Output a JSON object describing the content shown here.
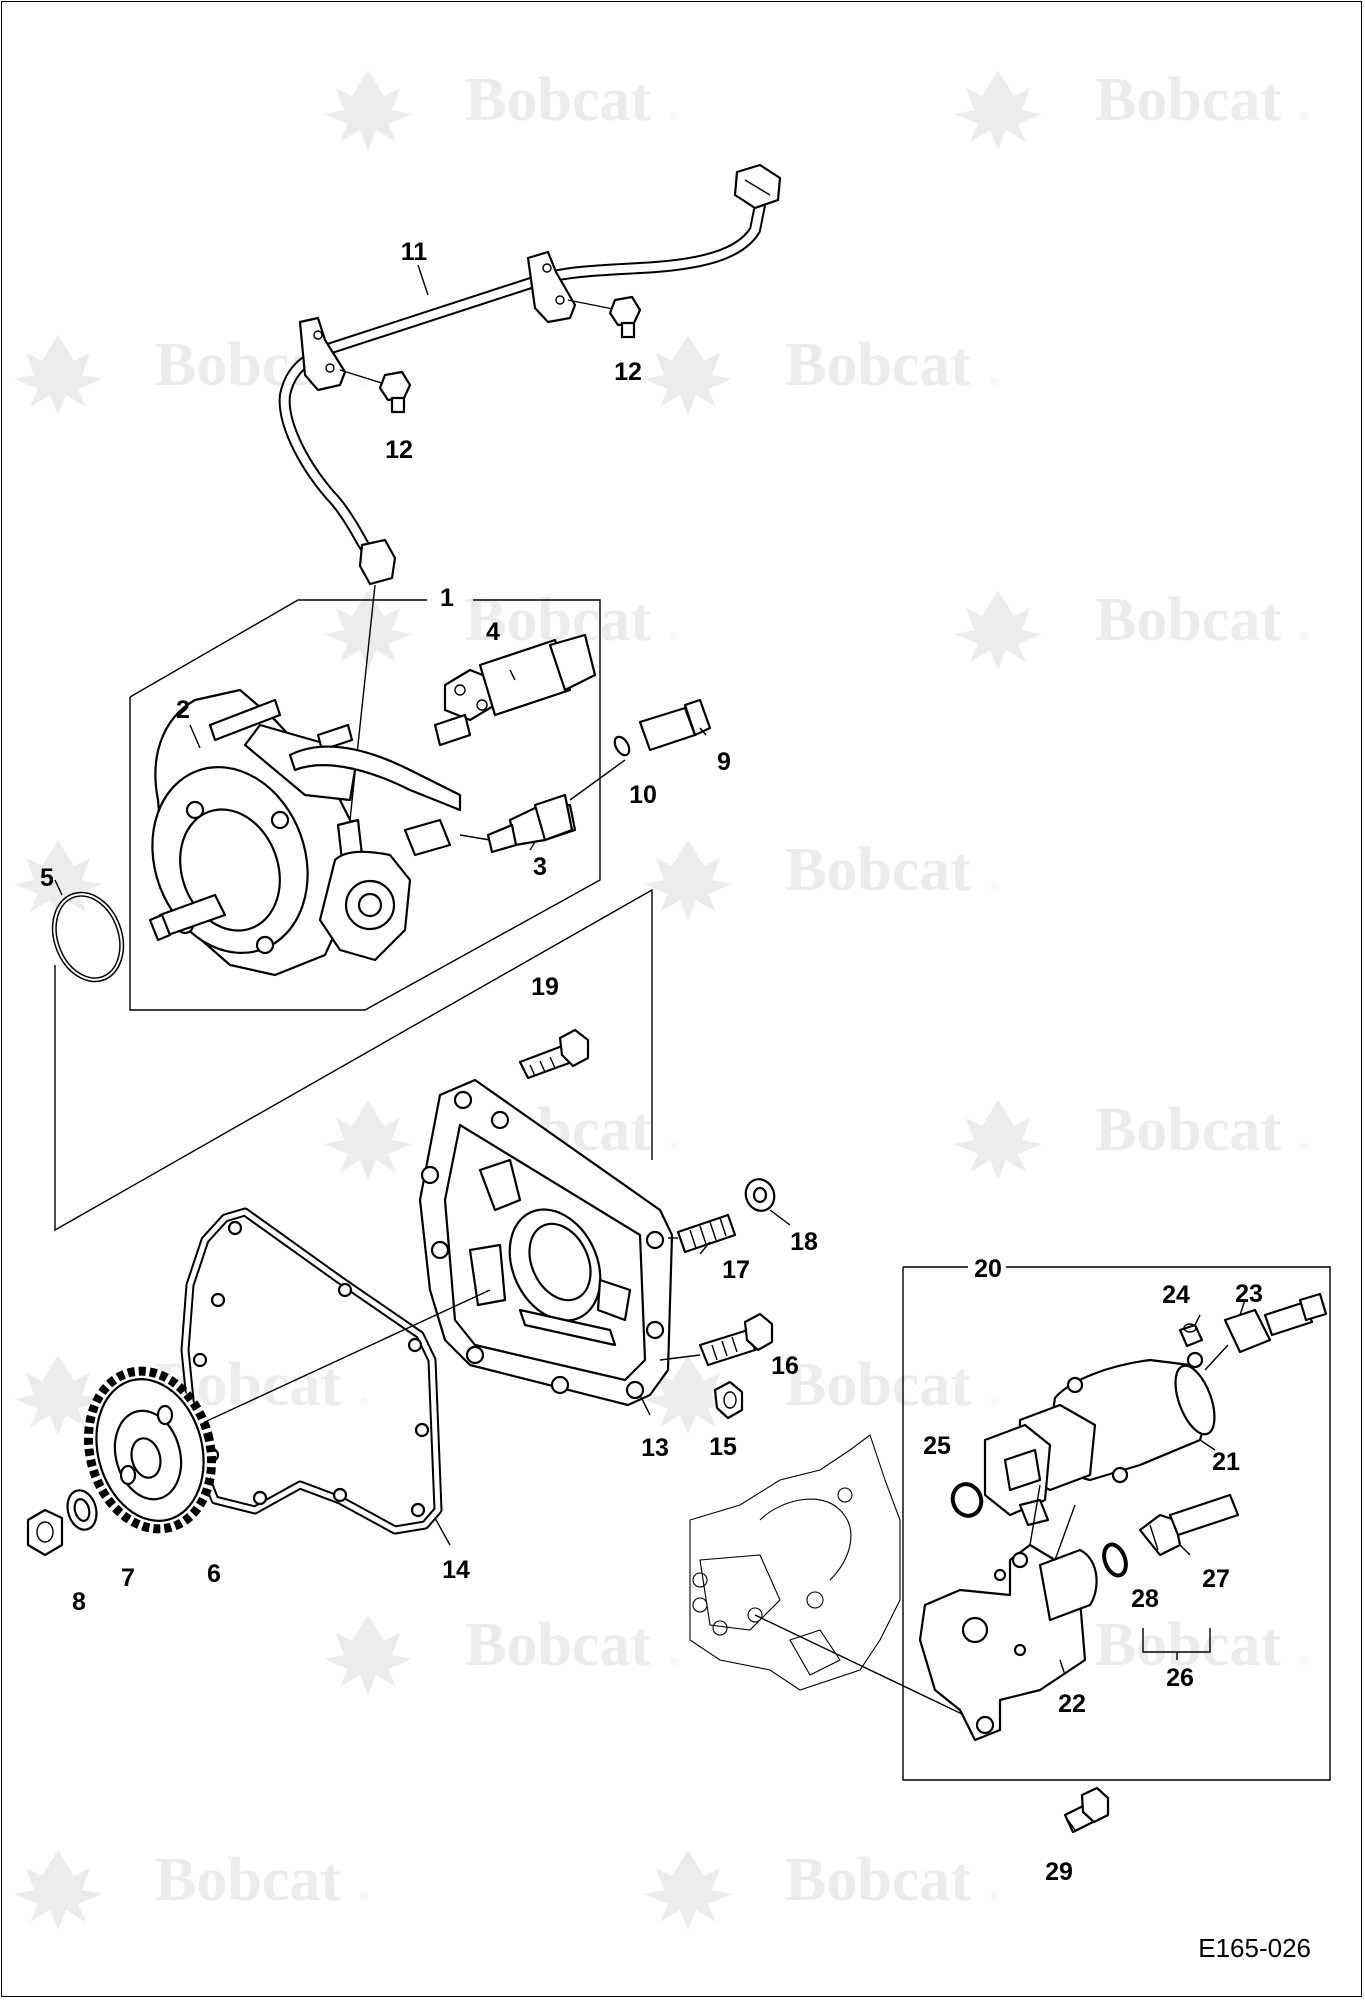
{
  "watermark": {
    "text": "Bobcat",
    "mark": "®"
  },
  "drawing_code": "E165-026",
  "callouts": {
    "c1": "1",
    "c2": "2",
    "c3": "3",
    "c4": "4",
    "c5": "5",
    "c6": "6",
    "c7": "7",
    "c8": "8",
    "c9": "9",
    "c10": "10",
    "c11": "11",
    "c12a": "12",
    "c12b": "12",
    "c13": "13",
    "c14": "14",
    "c15": "15",
    "c16": "16",
    "c17": "17",
    "c18": "18",
    "c19": "19",
    "c20": "20",
    "c21": "21",
    "c22": "22",
    "c23": "23",
    "c24": "24",
    "c25": "25",
    "c26": "26",
    "c27": "27",
    "c28": "28",
    "c29": "29"
  },
  "colors": {
    "line": "#000000",
    "watermark": "#ececec",
    "background": "#ffffff"
  }
}
